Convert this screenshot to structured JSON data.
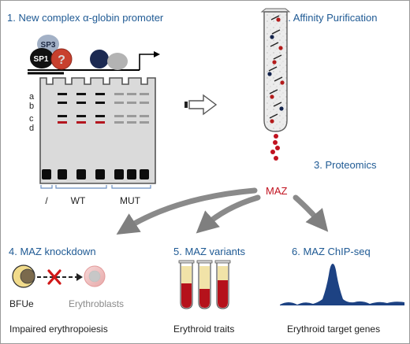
{
  "steps": {
    "s1": "1. New complex α-globin promoter",
    "s2": "2. Affinity Purification",
    "s3": "3. Proteomics",
    "s4": "4. MAZ knockdown",
    "s5": "5. MAZ variants",
    "s6": "6. MAZ ChIP-seq"
  },
  "promoter": {
    "sp3": "SP3",
    "sp1": "SP1",
    "unknown": "?"
  },
  "gel": {
    "rows": [
      "a",
      "b",
      "c",
      "d"
    ],
    "groups": {
      "free": "/",
      "wt": "WT",
      "mut": "MUT"
    }
  },
  "hit": "MAZ",
  "knockdown": {
    "from": "BFUe",
    "to": "Erythroblasts"
  },
  "outcomes": {
    "o4": "Impaired erythropoiesis",
    "o5": "Erythroid traits",
    "o6": "Erythroid target genes"
  },
  "colors": {
    "step_blue": "#1f5a94",
    "red": "#c1121f"
  }
}
